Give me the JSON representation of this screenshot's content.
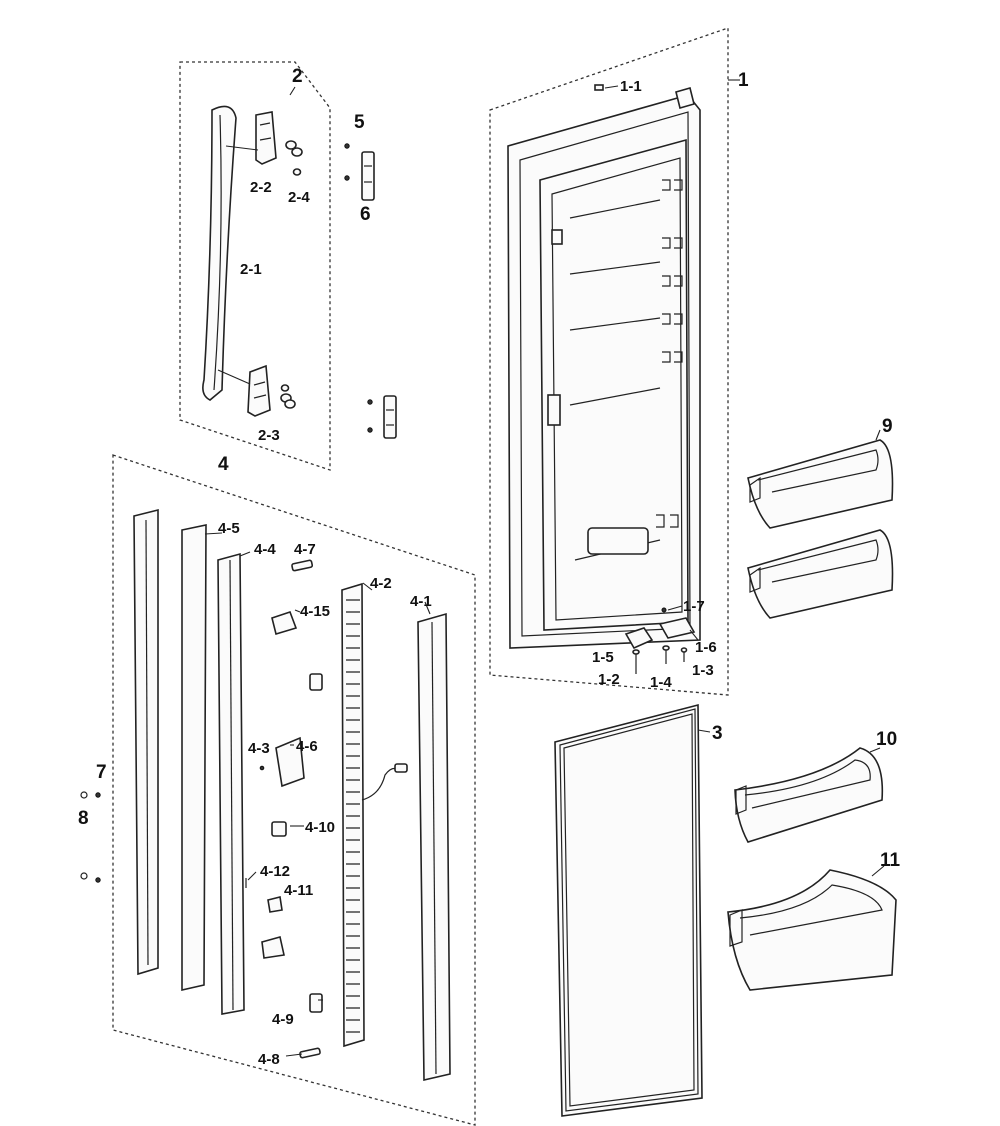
{
  "labels": {
    "l1": "1",
    "l1_1": "1-1",
    "l1_2": "1-2",
    "l1_3": "1-3",
    "l1_4": "1-4",
    "l1_5": "1-5",
    "l1_6": "1-6",
    "l1_7": "1-7",
    "l2": "2",
    "l2_1": "2-1",
    "l2_2": "2-2",
    "l2_3": "2-3",
    "l2_4": "2-4",
    "l3": "3",
    "l4": "4",
    "l4_1": "4-1",
    "l4_2": "4-2",
    "l4_3": "4-3",
    "l4_4": "4-4",
    "l4_5": "4-5",
    "l4_6": "4-6",
    "l4_7": "4-7",
    "l4_8": "4-8",
    "l4_9": "4-9",
    "l4_10": "4-10",
    "l4_11": "4-11",
    "l4_12": "4-12",
    "l4_15": "4-15",
    "l5": "5",
    "l6": "6",
    "l7": "7",
    "l8": "8",
    "l9": "9",
    "l10": "10",
    "l11": "11"
  }
}
